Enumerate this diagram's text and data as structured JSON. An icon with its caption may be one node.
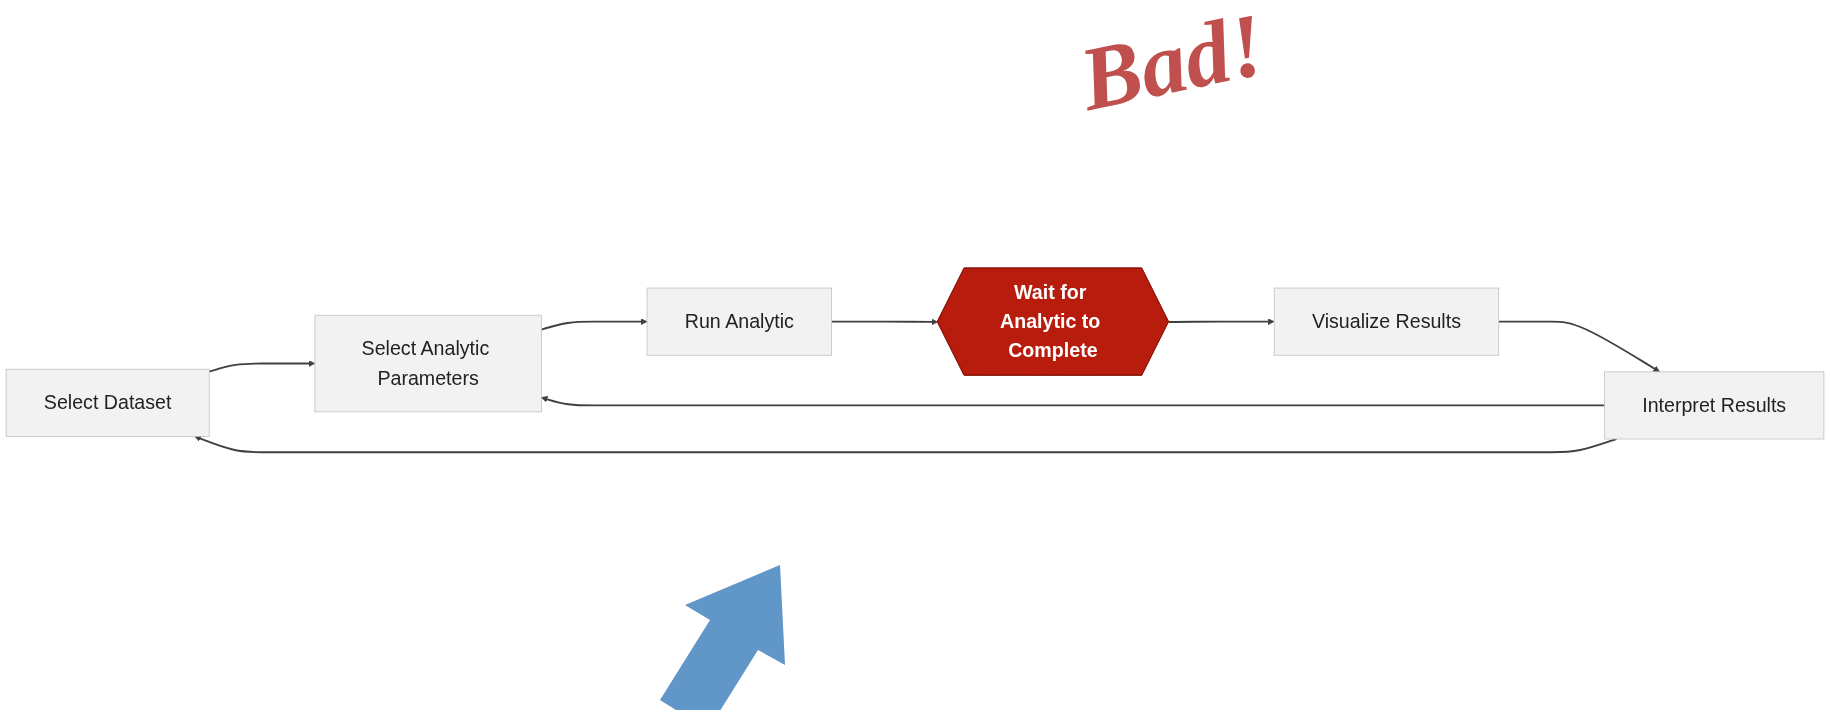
{
  "diagram": {
    "nodes": [
      {
        "text": [
          "Select Dataset"
        ]
      },
      {
        "text": [
          "Select Analytic Parameters"
        ]
      },
      {
        "text": [
          "Run Analytic"
        ]
      },
      {
        "text": [
          "Wait for Analytic to Complete"
        ]
      },
      {
        "text": [
          "Visualize Results"
        ]
      },
      {
        "text": [
          "Interpret Results"
        ]
      }
    ],
    "edges": [
      {
        "from": 0,
        "to": 1,
        "arrow": "to"
      },
      {
        "from": 1,
        "to": 2,
        "arrow": "to"
      },
      {
        "from": 2,
        "to": 3,
        "arrow": "to"
      },
      {
        "from": 3,
        "to": 4,
        "arrow": "to"
      },
      {
        "from": 4,
        "to": 5,
        "arrow": "to"
      },
      {
        "from": 5,
        "to": 0,
        "arrow": "to"
      },
      {
        "from": 5,
        "to": 1,
        "arrow": "to"
      }
    ],
    "labels": [
      "Bad!"
    ]
  }
}
